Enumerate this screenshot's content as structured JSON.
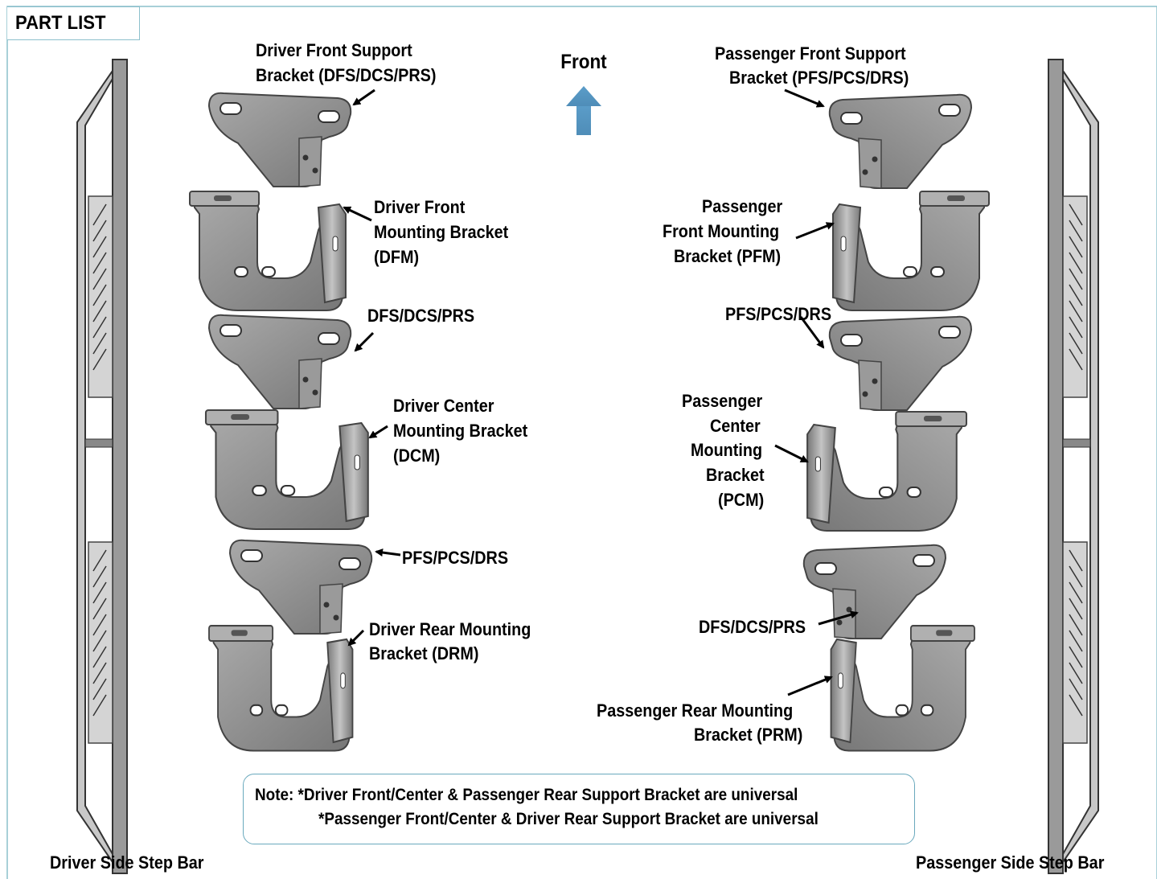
{
  "header": {
    "tab_title": "PART LIST"
  },
  "direction": {
    "label": "Front",
    "arrow_color": "#5b9dc9"
  },
  "labels": {
    "dfs_top_l1": "Driver Front Support",
    "dfs_top_l2": "Bracket (DFS/DCS/PRS)",
    "pfs_top_l1": "Passenger Front Support",
    "pfs_top_l2": "Bracket (PFS/PCS/DRS)",
    "dfm_l1": "Driver Front",
    "dfm_l2": "Mounting Bracket",
    "dfm_l3": "(DFM)",
    "pfm_l1": "Passenger",
    "pfm_l2": "Front Mounting",
    "pfm_l3": "Bracket (PFM)",
    "dfs_mid": "DFS/DCS/PRS",
    "pfs_mid": "PFS/PCS/DRS",
    "dcm_l1": "Driver Center",
    "dcm_l2": "Mounting Bracket",
    "dcm_l3": "(DCM)",
    "pcm_l1": "Passenger",
    "pcm_l2": "Center",
    "pcm_l3": "Mounting",
    "pcm_l4": "Bracket",
    "pcm_l5": "(PCM)",
    "pfs_bottom": "PFS/PCS/DRS",
    "drm_l1": "Driver Rear Mounting",
    "drm_l2": "Bracket (DRM)",
    "dfs_bottom": "DFS/DCS/PRS",
    "prm_l1": "Passenger Rear Mounting",
    "prm_l2": "Bracket (PRM)",
    "driver_bar": "Driver Side Step Bar",
    "passenger_bar": "Passenger Side Step Bar"
  },
  "note": {
    "line1": "Note: *Driver Front/Center & Passenger Rear Support Bracket are universal",
    "line2": "*Passenger Front/Center & Driver Rear Support Bracket are universal"
  },
  "colors": {
    "frame": "#8cc0cc",
    "note_border": "#6aa9bd",
    "metal": "#8e8e8e",
    "metal_dark": "#5f5f5f",
    "metal_light": "#b8b8b8"
  }
}
